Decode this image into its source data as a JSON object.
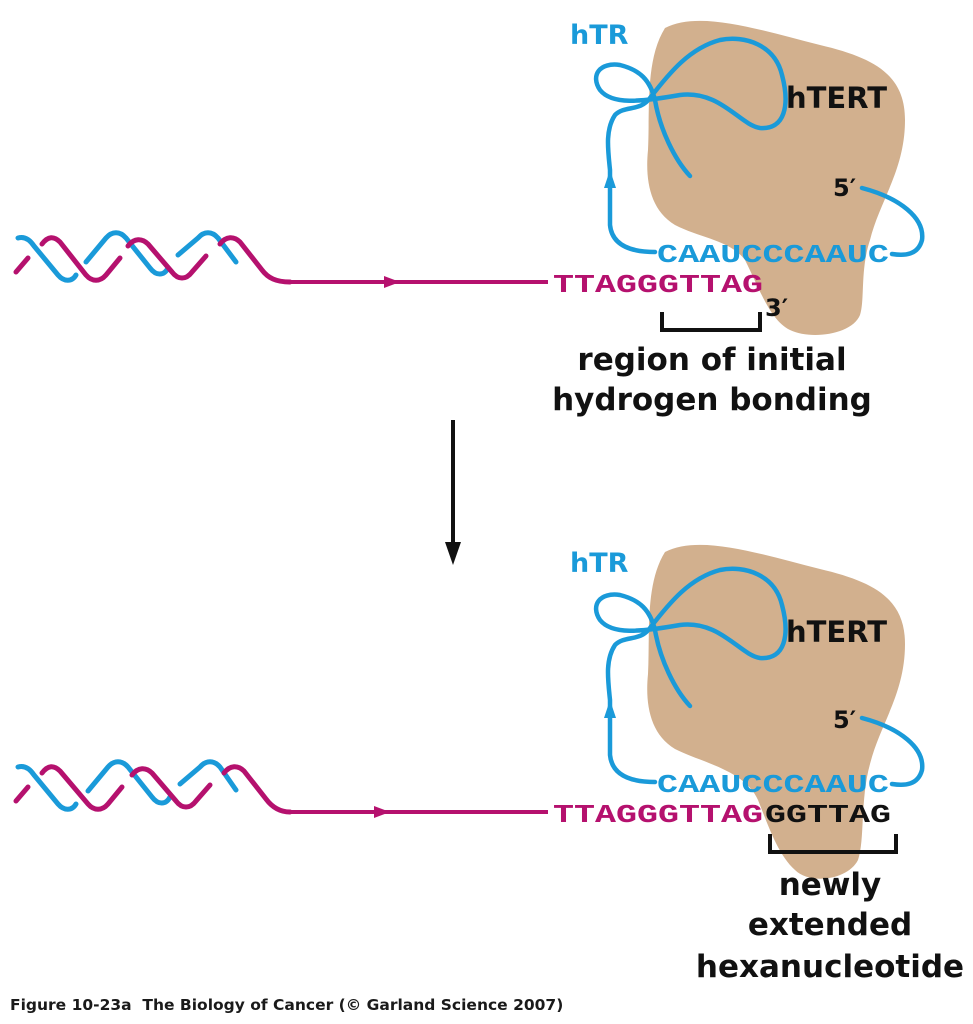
{
  "colors": {
    "hTR_blue": "#1a9ad9",
    "telomere_magenta": "#b5116e",
    "hTERT_tan": "#d2b08e",
    "text_black": "#111111"
  },
  "panel_top": {
    "hTR_label": "hTR",
    "hTERT_label": "hTERT",
    "five_prime": "5′",
    "three_prime": "3′",
    "template_sequence": "CAAUCCCAAUC",
    "telomere_sequence": "TTAGGGTTAG",
    "bracket_caption_line1": "region of initial",
    "bracket_caption_line2": "hydrogen bonding"
  },
  "transition_arrow": "down-arrow",
  "panel_bottom": {
    "hTR_label": "hTR",
    "hTERT_label": "hTERT",
    "five_prime": "5′",
    "template_sequence": "CAAUCCCAAUC",
    "telomere_sequence": "TTAGGGTTAG",
    "extended_sequence": "GGTTAG",
    "bracket_caption_line1": "newly",
    "bracket_caption_line2": "extended",
    "bracket_caption_line3": "hexanucleotide"
  },
  "caption": "Figure 10-23a  The Biology of Cancer (© Garland Science 2007)"
}
